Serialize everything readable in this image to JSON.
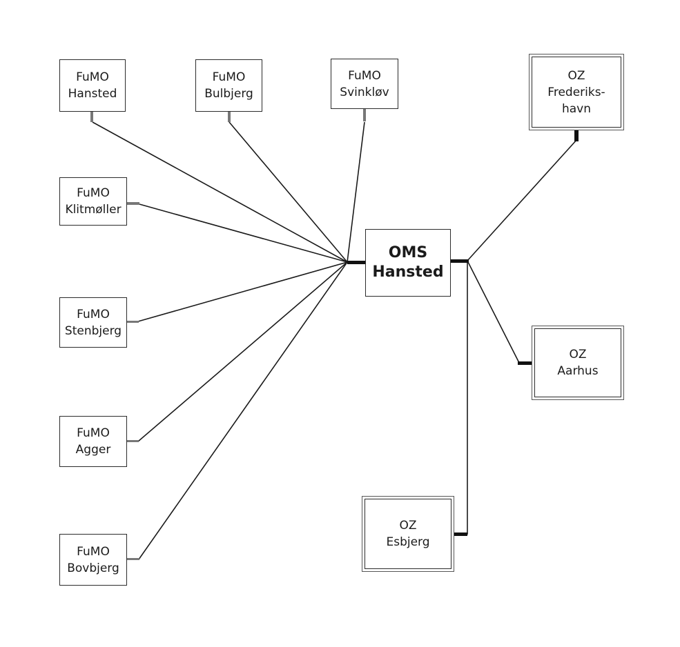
{
  "hub": {
    "line1": "OMS",
    "line2": "Hansted"
  },
  "fumo": [
    {
      "line1": "FuMO",
      "line2": "Hansted"
    },
    {
      "line1": "FuMO",
      "line2": "Bulbjerg"
    },
    {
      "line1": "FuMO",
      "line2": "Svinkløv"
    },
    {
      "line1": "FuMO",
      "line2": "Klitmøller"
    },
    {
      "line1": "FuMO",
      "line2": "Stenbjerg"
    },
    {
      "line1": "FuMO",
      "line2": "Agger"
    },
    {
      "line1": "FuMO",
      "line2": "Bovbjerg"
    }
  ],
  "oz": [
    {
      "line1": "OZ",
      "line2": "Frederiks-",
      "line3": "havn"
    },
    {
      "line1": "OZ",
      "line2": "Aarhus"
    },
    {
      "line1": "OZ",
      "line2": "Esbjerg"
    }
  ],
  "colors": {
    "line": "#1a1a1a",
    "connector": "#111111",
    "box_border": "#2a2a2a"
  }
}
